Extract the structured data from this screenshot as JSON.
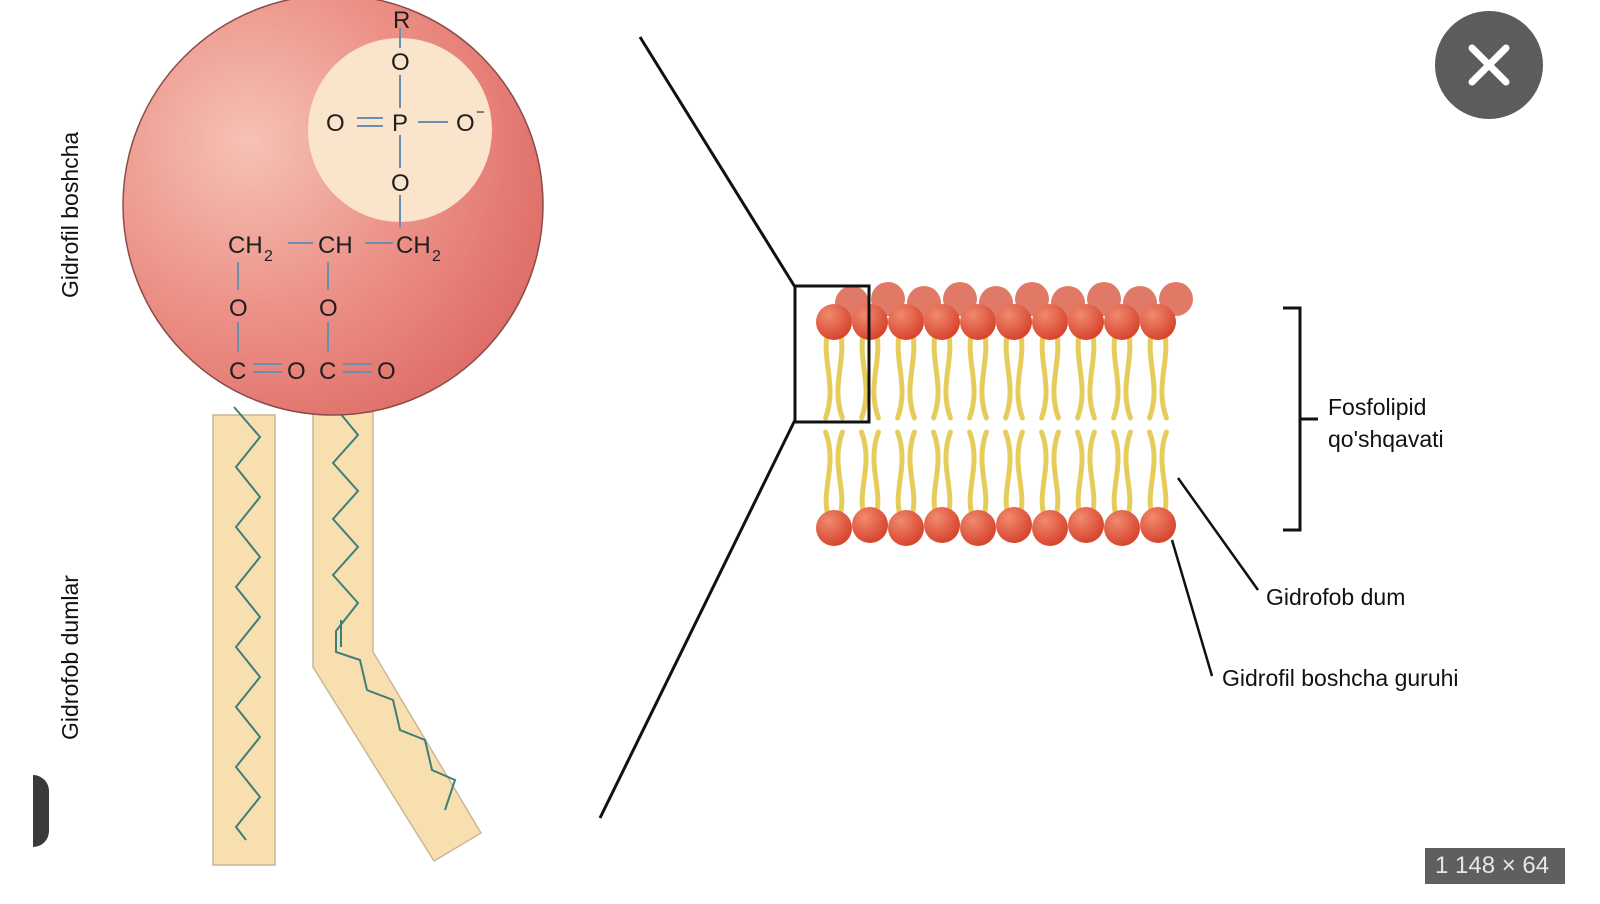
{
  "labels": {
    "hydrophilic_head": "Gidrofil boshcha",
    "hydrophobic_tails": "Gidrofob dumlar",
    "bilayer_line1": "Fosfolipid",
    "bilayer_line2": "qo'shqavati",
    "hydrophobic_tail": "Gidrofob dum",
    "hydrophilic_head_group": "Gidrofil boshcha guruhi"
  },
  "chemistry": {
    "r": "R",
    "o": "O",
    "p": "P",
    "o_minus": "O",
    "minus": "−",
    "ch2": "CH",
    "sub2": "2",
    "ch": "CH",
    "c": "C"
  },
  "viewer": {
    "image_size": "1 148 × 64",
    "close_icon": "close-icon",
    "prev_icon": "prev-arrow-icon"
  },
  "colors": {
    "head": "#e9807a",
    "head_inner": "#fbe4cc",
    "tail_fill": "#f8dfb0",
    "tail_zigzag": "#3f7f7a",
    "bilayer_head": "#e0553b",
    "bilayer_tail": "#e6cc5a",
    "chem_line": "#6a8fb0"
  }
}
